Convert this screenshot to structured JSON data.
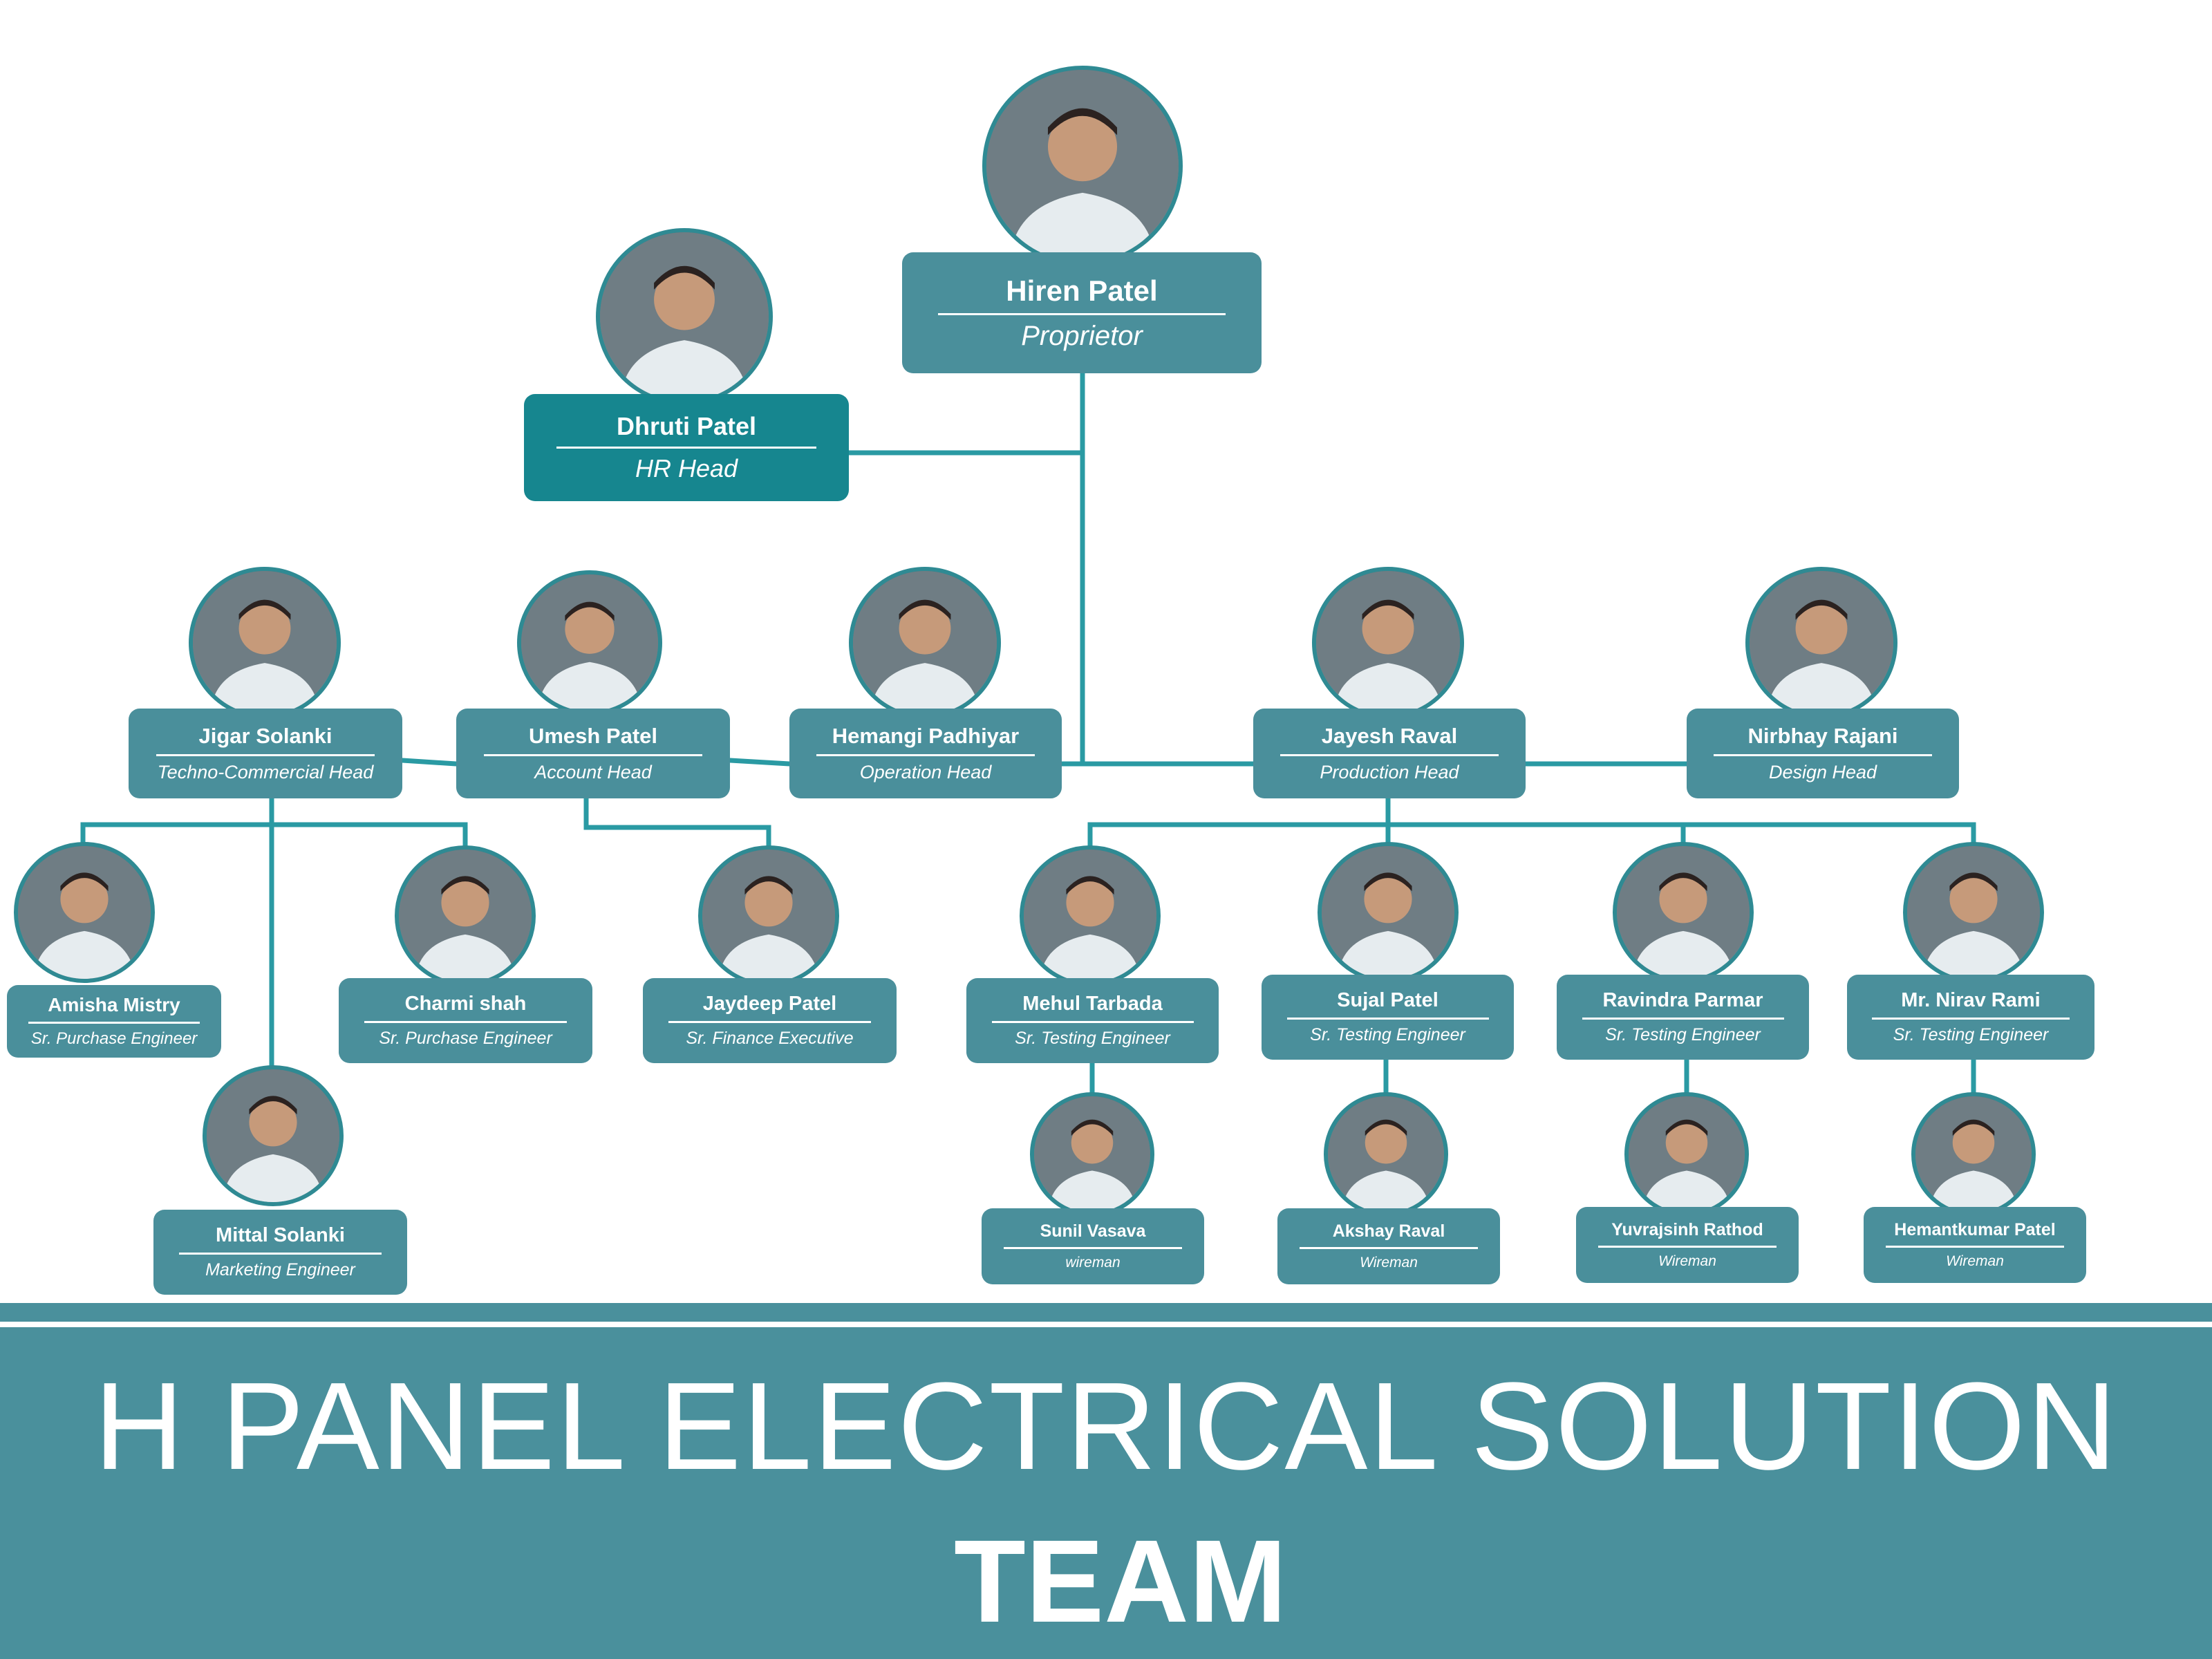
{
  "colors": {
    "accent": "#4a8f9b",
    "connector": "#2a9aa3",
    "hr_box": "#16868f",
    "footer": "#4a909c"
  },
  "footer": {
    "company": "H PANEL ELECTRICAL SOLUTION",
    "team": "TEAM"
  },
  "people": [
    {
      "id": "hiren",
      "name": "Hiren Patel",
      "role": "Proprietor",
      "parent": null
    },
    {
      "id": "dhruti",
      "name": "Dhruti Patel",
      "role": "HR Head",
      "parent": "hiren"
    },
    {
      "id": "jigar",
      "name": "Jigar Solanki",
      "role": "Techno-Commercial Head",
      "parent": "hiren"
    },
    {
      "id": "umesh",
      "name": "Umesh Patel",
      "role": "Account Head",
      "parent": "hiren"
    },
    {
      "id": "hemangi",
      "name": "Hemangi Padhiyar",
      "role": "Operation Head",
      "parent": "hiren"
    },
    {
      "id": "jayesh",
      "name": "Jayesh Raval",
      "role": "Production Head",
      "parent": "hiren"
    },
    {
      "id": "nirbhay",
      "name": "Nirbhay Rajani",
      "role": "Design Head",
      "parent": "hiren"
    },
    {
      "id": "amisha",
      "name": "Amisha Mistry",
      "role": "Sr. Purchase Engineer",
      "parent": "jigar"
    },
    {
      "id": "charmi",
      "name": "Charmi shah",
      "role": "Sr. Purchase Engineer",
      "parent": "jigar"
    },
    {
      "id": "mittal",
      "name": "Mittal Solanki",
      "role": "Marketing Engineer",
      "parent": "jigar"
    },
    {
      "id": "jaydeep",
      "name": "Jaydeep Patel",
      "role": "Sr. Finance Executive",
      "parent": "umesh"
    },
    {
      "id": "mehul",
      "name": "Mehul Tarbada",
      "role": "Sr. Testing Engineer",
      "parent": "jayesh"
    },
    {
      "id": "sujal",
      "name": "Sujal Patel",
      "role": "Sr. Testing Engineer",
      "parent": "jayesh"
    },
    {
      "id": "ravindra",
      "name": "Ravindra Parmar",
      "role": "Sr. Testing Engineer",
      "parent": "jayesh"
    },
    {
      "id": "nirav",
      "name": "Mr. Nirav Rami",
      "role": "Sr. Testing Engineer",
      "parent": "jayesh"
    },
    {
      "id": "sunil",
      "name": "Sunil Vasava",
      "role": "wireman",
      "parent": "mehul"
    },
    {
      "id": "akshay",
      "name": "Akshay Raval",
      "role": "Wireman",
      "parent": "sujal"
    },
    {
      "id": "yuvraj",
      "name": "Yuvrajsinh Rathod",
      "role": "Wireman",
      "parent": "ravindra"
    },
    {
      "id": "hemant",
      "name": "Hemantkumar  Patel",
      "role": "Wireman",
      "parent": "nirav"
    }
  ]
}
